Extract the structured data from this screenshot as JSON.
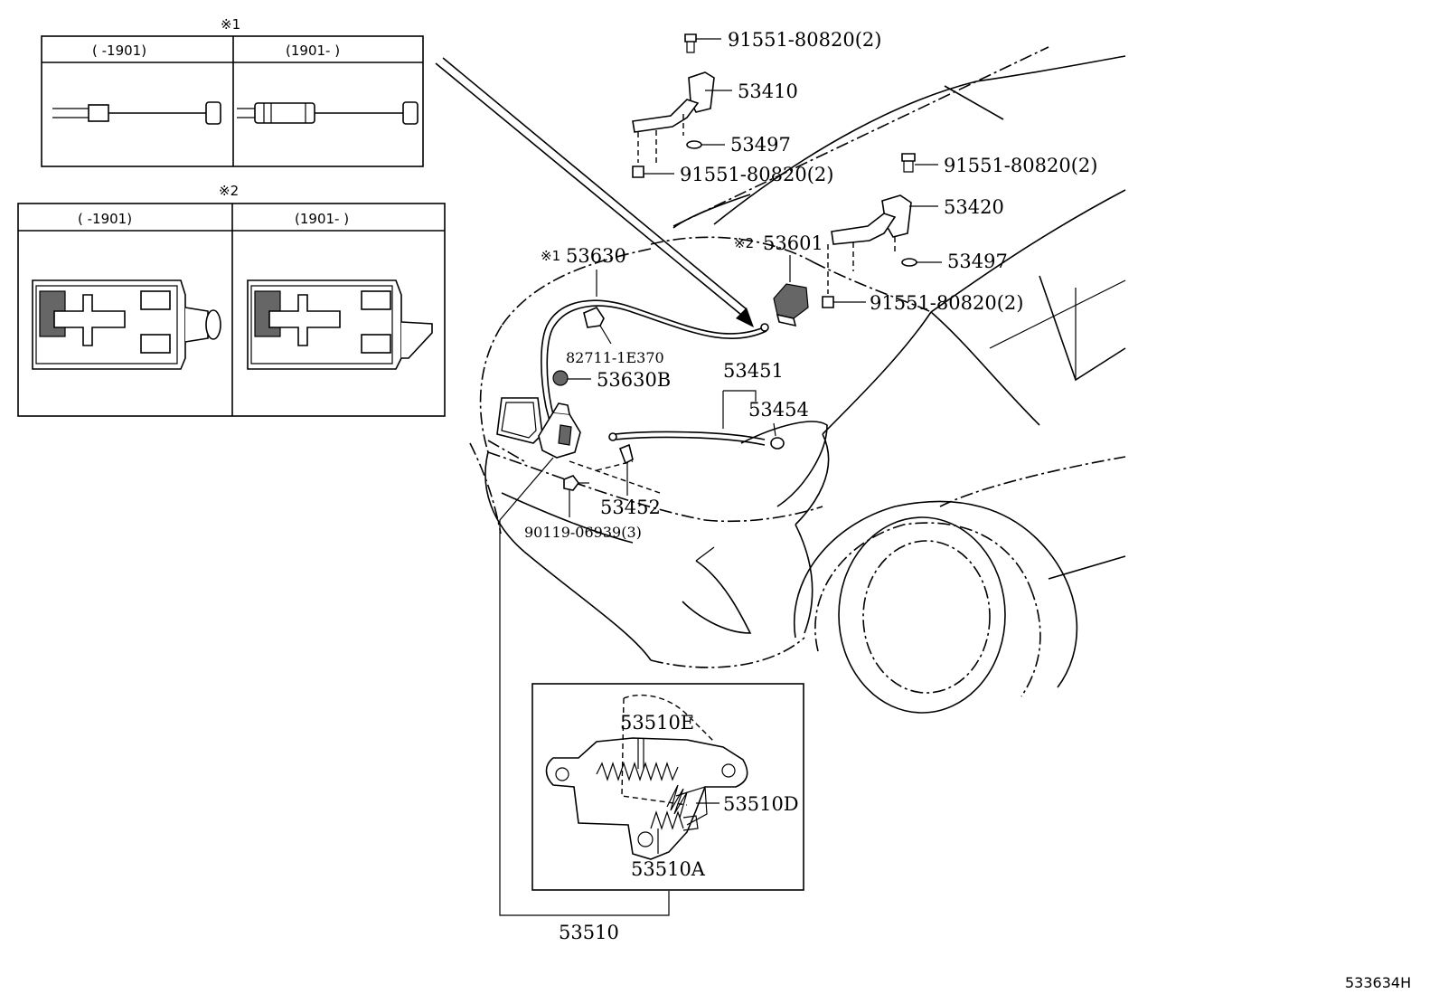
{
  "notes": {
    "note1": {
      "mark": "※1",
      "col1": "(      -1901)",
      "col2": "(1901-      )"
    },
    "note2": {
      "mark": "※2",
      "col1": "(      -1901)",
      "col2": "(1901-      )"
    }
  },
  "parts": {
    "p_91551_top1": "91551-80820(2)",
    "p_53410": "53410",
    "p_53497_a": "53497",
    "p_91551_top2": "91551-80820(2)",
    "p_91551_r1": "91551-80820(2)",
    "p_53420": "53420",
    "p_53497_b": "53497",
    "p_91551_r2": "91551-80820(2)",
    "p_53601_mark": "※2",
    "p_53601": "53601",
    "p_53630_mark": "※1",
    "p_53630": "53630",
    "p_82711": "82711-1E370",
    "p_53630B": "53630B",
    "p_53451": "53451",
    "p_53454": "53454",
    "p_53452": "53452",
    "p_90119": "90119-06939(3)",
    "p_53510E": "53510E",
    "p_53510D": "53510D",
    "p_53510A": "53510A",
    "p_53510": "53510"
  },
  "diagram_id": "533634H"
}
